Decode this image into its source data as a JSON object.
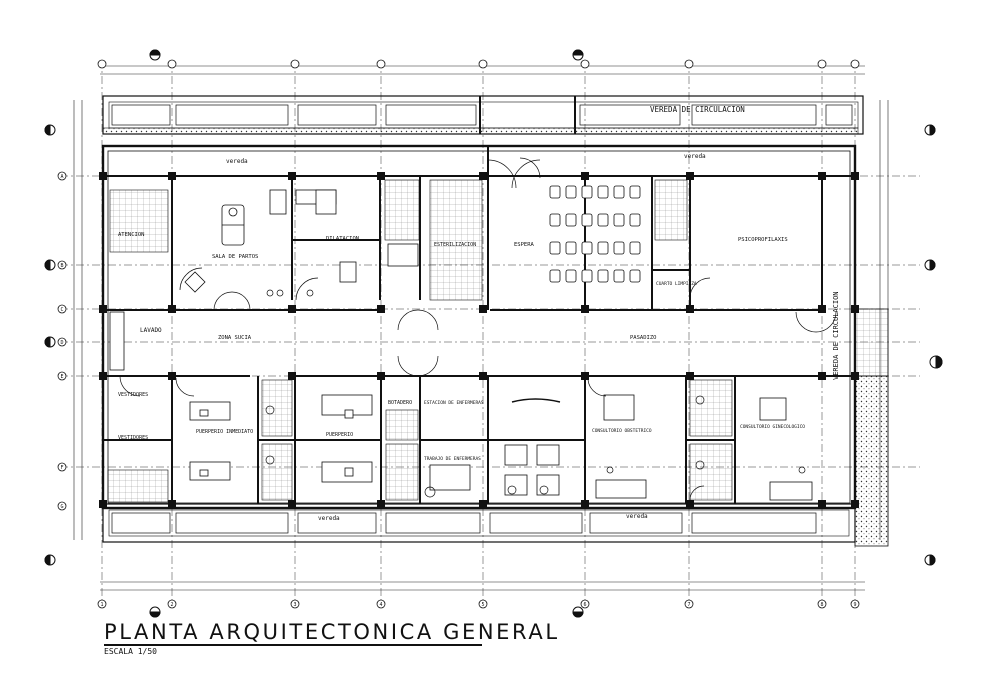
{
  "drawing": {
    "title": "PLANTA ARQUITECTONICA GENERAL",
    "scale": "ESCALA 1/50"
  },
  "exterior_labels": {
    "vereda_top": "VEREDA DE CIRCULACION",
    "vereda_right": "VEREDA DE CIRCULACION",
    "vereda_left_top": "vereda",
    "vereda_right_top": "vereda",
    "vereda_bottom_left": "vereda",
    "vereda_bottom_right": "vereda"
  },
  "rooms": {
    "atencion": "ATENCION",
    "sala_partos": "SALA DE PARTOS",
    "dilatacion": "DILATACION",
    "esterilizacion": "ESTERILIZACION",
    "espera": "ESPERA",
    "psicoprofilaxis": "PSICOPROFILAXIS",
    "cuarto_limpieza": "CUARTO LIMPIEZA",
    "lavado": "LAVADO",
    "zona_sucia": "ZONA SUCIA",
    "pasadizo": "PASADIZO",
    "vestidores_1": "VESTIDORES",
    "vestidores_2": "VESTIDORES",
    "puerperio_inmediato": "PUERPERIO INMEDIATO",
    "puerperio": "PUERPERIO",
    "botadero": "BOTADERO",
    "estacion_enfermeras": "ESTACION DE ENFERMERAS",
    "trabajo_enfermeras": "TRABAJO DE ENFERMERAS",
    "consultorio_obstetrico": "CONSULTORIO OBSTETRICO",
    "consultorio_ginecologico": "CONSULTORIO GINECOLOGICO"
  },
  "grid_axes": {
    "rows": [
      "A",
      "B",
      "C",
      "D",
      "E",
      "F",
      "G"
    ],
    "cols": [
      "1",
      "2",
      "3",
      "4",
      "5",
      "6",
      "7",
      "8",
      "9"
    ]
  }
}
